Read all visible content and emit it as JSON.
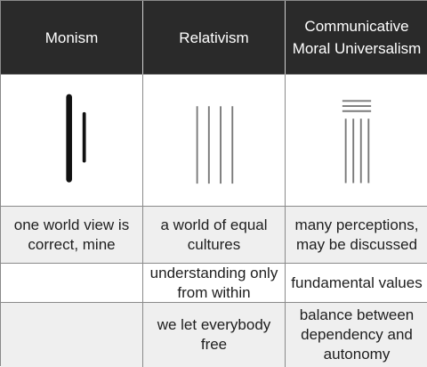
{
  "headers": [
    "Monism",
    "Relativism",
    "Communicative Moral Universalism"
  ],
  "rows": [
    [
      "one world view is correct, mine",
      "a world of equal cultures",
      "many perceptions, may be discussed"
    ],
    [
      "",
      "understanding only from within",
      "fundamental values"
    ],
    [
      "",
      "we let everybody free",
      "balance between dependency and autonomy"
    ]
  ],
  "icons": [
    "monism-bars-icon",
    "relativism-parallel-lines-icon",
    "universalism-lines-icon"
  ],
  "colors": {
    "header_bg": "#2a2a2a",
    "header_text": "#ffffff",
    "shaded_row": "#efefef",
    "line": "#8a8a8a"
  }
}
